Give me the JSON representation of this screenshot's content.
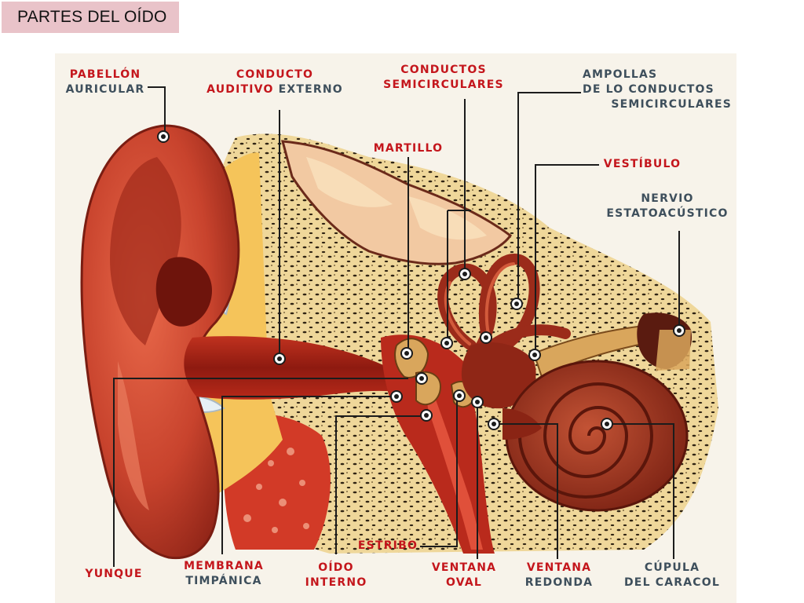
{
  "slide": {
    "title": "PARTES DEL OÍDO"
  },
  "labels": {
    "pabellon": [
      "PABELLÓN",
      "AURICULAR"
    ],
    "conducto": [
      "CONDUCTO",
      "AUDITIVO",
      "EXTERNO"
    ],
    "conductos_semi": [
      "CONDUCTOS",
      "SEMICIRCULARES"
    ],
    "ampollas": [
      "AMPOLLAS",
      "DE LO CONDUCTOS",
      "SEMICIRCULARES"
    ],
    "martillo": "MARTILLO",
    "vestibulo": "VESTÍBULO",
    "nervio": [
      "NERVIO",
      "ESTATOACÚSTICO"
    ],
    "yunque": "YUNQUE",
    "membrana": [
      "MEMBRANA",
      "TIMPÁNICA"
    ],
    "oido_interno": [
      "OÍDO",
      "INTERNO"
    ],
    "estribo": "ESTRIBO",
    "ventana_oval": [
      "VENTANA",
      "OVAL"
    ],
    "ventana_redonda": [
      "VENTANA",
      "REDONDA"
    ],
    "cupula": [
      "CÚPULA",
      "DEL CARACOL"
    ]
  },
  "colors": {
    "label_red": "#c4161c",
    "label_slate": "#3e4f5c",
    "skin": "#cf4a32",
    "bone": "#efd79a",
    "canal": "#a51e16",
    "cochlea": "#9a2c1b"
  }
}
